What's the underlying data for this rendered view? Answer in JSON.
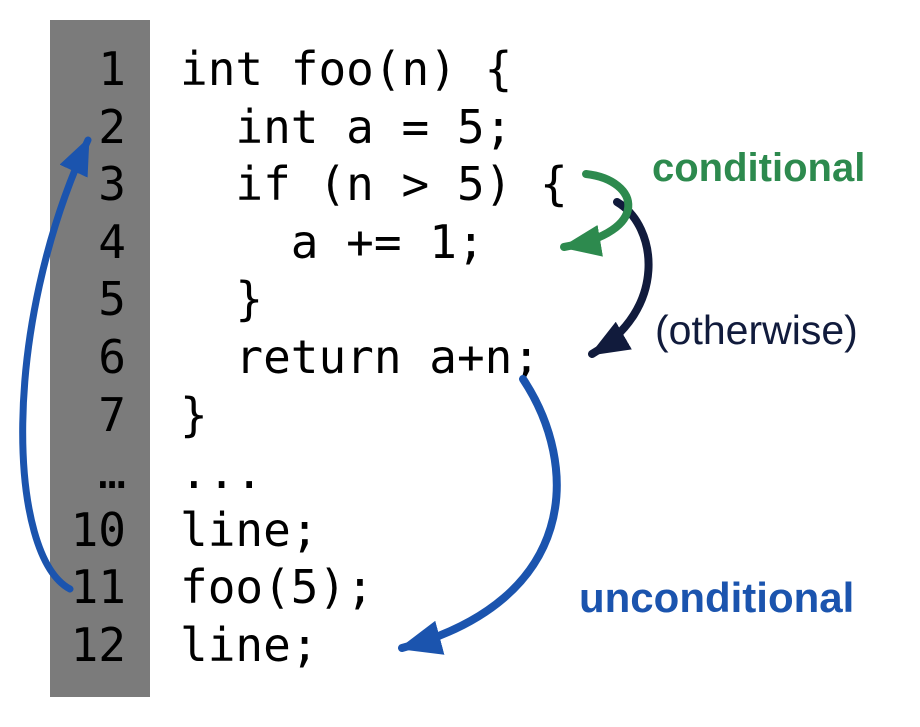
{
  "colors": {
    "background": "#ffffff",
    "gutter_bg": "#7b7b7b",
    "code_text": "#000000",
    "conditional_green": "#2d8a4e",
    "otherwise_navy": "#111b3c",
    "unconditional_blue": "#1b54ae"
  },
  "code": {
    "lines": [
      {
        "num": "1",
        "text": "int foo(n) {"
      },
      {
        "num": "2",
        "text": "  int a = 5;"
      },
      {
        "num": "3",
        "text": "  if (n > 5) {"
      },
      {
        "num": "4",
        "text": "    a += 1;"
      },
      {
        "num": "5",
        "text": "  }"
      },
      {
        "num": "6",
        "text": "  return a+n;"
      },
      {
        "num": "7",
        "text": "}"
      },
      {
        "num": "…",
        "text": "..."
      },
      {
        "num": "10",
        "text": "line;"
      },
      {
        "num": "11",
        "text": "foo(5);"
      },
      {
        "num": "12",
        "text": "line;"
      }
    ]
  },
  "annotations": {
    "conditional": {
      "label": "conditional",
      "color": "#2d8a4e",
      "from_line": "3",
      "to_line": "4"
    },
    "otherwise": {
      "label": "(otherwise)",
      "color": "#111b3c",
      "from_line": "3",
      "to_line": "6"
    },
    "unconditional": {
      "label": "unconditional",
      "color": "#1b54ae",
      "from_line": "6",
      "to_line": "12"
    },
    "back_edge": {
      "color": "#1b54ae",
      "from_line": "11",
      "to_line": "2"
    }
  }
}
